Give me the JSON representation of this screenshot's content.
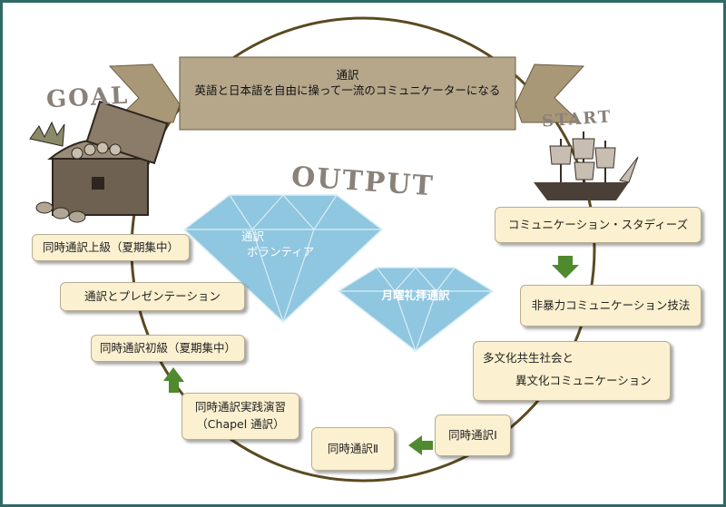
{
  "banner": {
    "line1": "通訳",
    "line2": "英語と日本語を自由に操って一流のコミュニケーターになる"
  },
  "stamps": {
    "goal": "GOAL",
    "start": "START",
    "output": "OUTPUT"
  },
  "gems": {
    "large": [
      "通訳",
      "ボランティア"
    ],
    "small": "月曜礼拝通訳"
  },
  "steps": {
    "comm_studies": "コミュニケーション・スタディーズ",
    "nonviolent": "非暴力コミュニケーション技法",
    "multicultural": [
      "多文化共生社会と",
      "異文化コミュニケーション"
    ],
    "interp1": "同時通訳Ⅰ",
    "interp2": "同時通訳Ⅱ",
    "practicum": [
      "同時通訳実践演習",
      "（Chapel 通訳）"
    ],
    "beginner": "同時通訳初級（夏期集中）",
    "presentation": "通訳とプレゼンテーション",
    "advanced": "同時通訳上級（夏期集中）"
  },
  "icons": [
    "treasure-chest-icon",
    "sailing-ship-icon",
    "diamond-icon",
    "arrow-icon"
  ],
  "colors": {
    "frame": "#2f6a66",
    "banner": "#b6a78b",
    "circle": "#5b4a21",
    "box_fill": "#fbf0cf",
    "arrow": "#4f8a2e",
    "gem": "#8fc6e0",
    "stamp": "#8a8178"
  }
}
